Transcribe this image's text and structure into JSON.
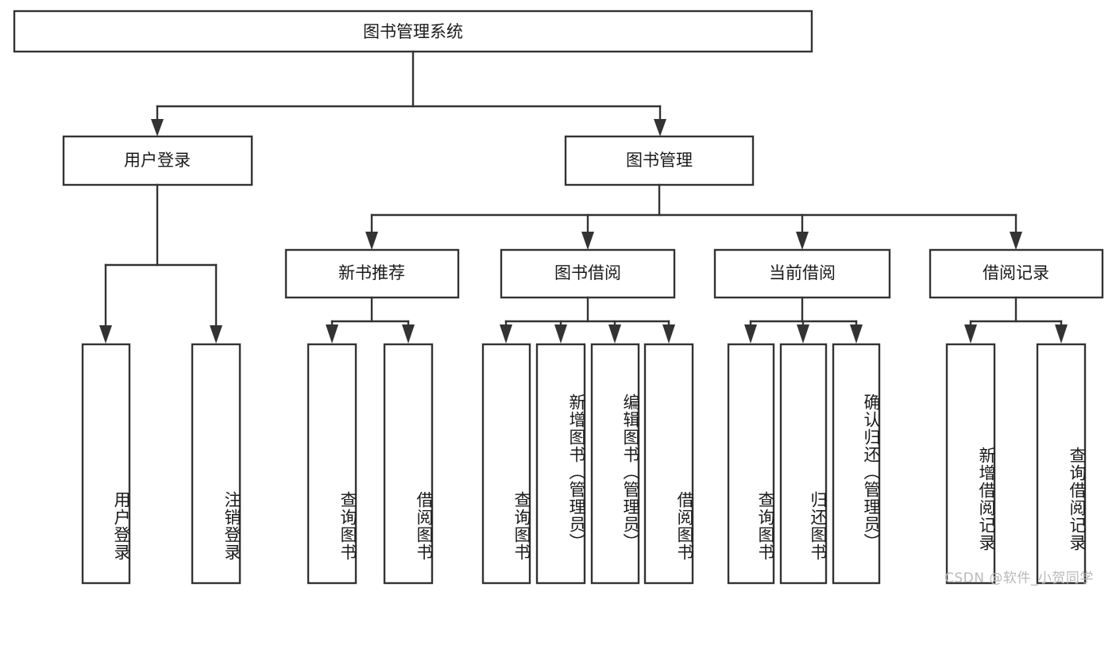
{
  "diagram": {
    "title": "图书管理系统",
    "type": "tree",
    "watermark": "CSDN @软件_小贺同学",
    "stroke_color": "#333333",
    "text_color": "#1a1a1a",
    "background_color": "#ffffff",
    "watermark_color": "#b9b9b9"
  },
  "root": {
    "label": "图书管理系统"
  },
  "level2": [
    {
      "label": "用户登录"
    },
    {
      "label": "图书管理"
    }
  ],
  "level3": [
    {
      "label": "新书推荐"
    },
    {
      "label": "图书借阅"
    },
    {
      "label": "当前借阅"
    },
    {
      "label": "借阅记录"
    }
  ],
  "leaves": {
    "user_login": [
      {
        "label": "用户登录"
      },
      {
        "label": "注销登录"
      }
    ],
    "new_book": [
      {
        "label": "查询图书"
      },
      {
        "label": "借阅图书"
      }
    ],
    "book_borrow": [
      {
        "label": "查询图书"
      },
      {
        "label": "新增图书（管理员）"
      },
      {
        "label": "编辑图书（管理员）"
      },
      {
        "label": "借阅图书"
      }
    ],
    "current_borrow": [
      {
        "label": "查询图书"
      },
      {
        "label": "归还图书"
      },
      {
        "label": "确认归还（管理员）"
      }
    ],
    "borrow_record": [
      {
        "label": "新增借阅记录"
      },
      {
        "label": "查询借阅记录"
      }
    ]
  }
}
